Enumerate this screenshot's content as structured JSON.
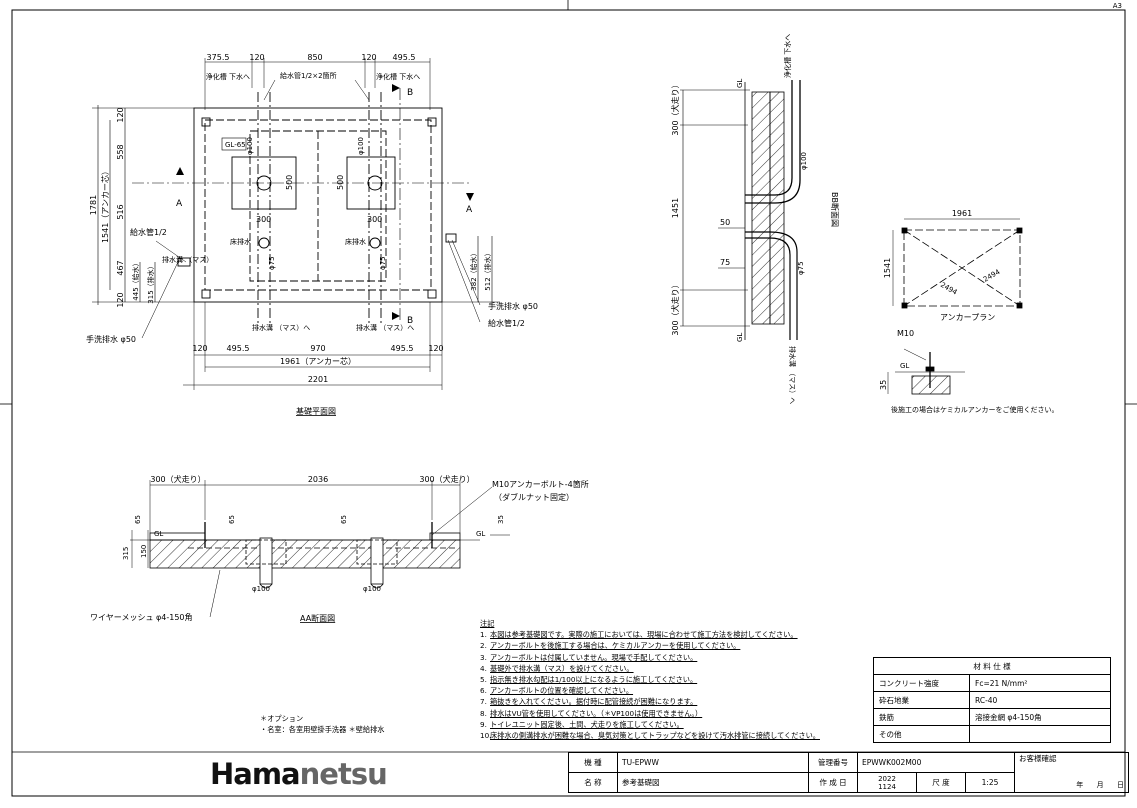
{
  "sheet_size": "A3",
  "plan": {
    "title": "基礎平面図",
    "dims_top": [
      "375.5",
      "120",
      "850",
      "120",
      "495.5"
    ],
    "dims_bottom_1": [
      "120",
      "495.5",
      "970",
      "495.5",
      "120"
    ],
    "dim_center": "1961（アンカー芯）",
    "dim_total": "2201",
    "dim_left_total": "1781",
    "dim_left_anchor": "1541（アンカー芯）",
    "dims_left": [
      "120",
      "558",
      "516",
      "467",
      "120"
    ],
    "dim_445": "445（給水）",
    "dim_315": "315（排水）",
    "dims_right": [
      "382（給水）",
      "512（排水）"
    ],
    "gl_box": "GL-65",
    "phi100": "φ100",
    "phi75": "φ75",
    "d500": "500",
    "d300": "300",
    "label_A": "A",
    "label_B": "B",
    "water_pipe_2": "給水管1/2×2箇所",
    "water_pipe": "給水管1/2",
    "water_pipe_right": "給水管1/2",
    "hand_drain_left": "手洗排水 φ50",
    "hand_drain_right": "手洗排水 φ50",
    "floor_drain": "床排水",
    "septic": "浄化槽\n下水へ",
    "drain_pit": "排水溝\n（マス）へ",
    "drain_pit_small": "排水溝\n（マス）"
  },
  "section_bb": {
    "title": "BB断面図",
    "dims": [
      "300（犬走り）",
      "1451",
      "300（犬走り）"
    ],
    "d50": "50",
    "d75": "75",
    "gl": "GL",
    "phi100": "φ100",
    "phi75": "φ75",
    "septic": "浄化槽\n下水へ",
    "drain_pit": "排水溝\n（マス）へ"
  },
  "anchor_plan": {
    "title": "アンカープラン",
    "width": "1961",
    "height": "1541",
    "diag1": "2494",
    "diag2": "2494"
  },
  "m10_detail": {
    "label": "M10",
    "gl": "GL",
    "dim": "35",
    "note": "後施工の場合はケミカルアンカーをご使用ください。"
  },
  "section_aa": {
    "title": "AA断面図",
    "dims": [
      "300（犬走り）",
      "2036",
      "300（犬走り）"
    ],
    "anchor_note_1": "M10アンカーボルト-4箇所",
    "anchor_note_2": "（ダブルナット固定）",
    "d65": "65",
    "d35": "35",
    "d150": "150",
    "d315": "315",
    "gl": "GL",
    "phi100": "φ100",
    "mesh": "ワイヤーメッシュ φ4-150角"
  },
  "notes": {
    "heading": "注記",
    "items": [
      "本図は参考基礎図です。実際の施工においては、現場に合わせて施工方法を検討してください。",
      "アンカーボルトを後施工する場合は、ケミカルアンカーを使用してください。",
      "アンカーボルトは付属していません。現場で手配してください。",
      "基礎外で排水溝（マス）を設けてください。",
      "指示無き排水勾配は1/100以上になるように施工してください。",
      "アンカーボルトの位置を確認してください。",
      "箱抜きを入れてください。据付時に配管接続が困難になります。",
      "排水はVU管を使用してください。（＊VP100は使用できません。）",
      "トイレユニット固定後、土間、犬走りを施工してください。",
      "床排水の側溝排水が困難な場合、臭気対策としてトラップなどを設けて汚水排管に接続してください。"
    ]
  },
  "options": {
    "line1": "＊オプション",
    "line2": "・名室：各室用壁掛手洗器 ＊壁給排水"
  },
  "spec_table": {
    "header": "材 料 仕 様",
    "rows": [
      {
        "k": "コンクリート強度",
        "v": "Fc=21 N/mm²"
      },
      {
        "k": "砕石地業",
        "v": "RC-40"
      },
      {
        "k": "鉄筋",
        "v": "溶接金網 φ4-150角"
      },
      {
        "k": "その他",
        "v": ""
      }
    ]
  },
  "title_block": {
    "logo_a": "Hama",
    "logo_b": "netsu",
    "k_model": "機 種",
    "v_model": "TU-EPWW",
    "k_mgmt": "管理番号",
    "v_mgmt": "EPWWK002M00",
    "k_name": "名 称",
    "v_name": "参考基礎図",
    "k_date": "作 成 日",
    "v_date": "2022\n1124",
    "k_scale": "尺 度",
    "v_scale": "1:25",
    "customer": "お客様確認",
    "year": "年",
    "month": "月",
    "day": "日"
  }
}
